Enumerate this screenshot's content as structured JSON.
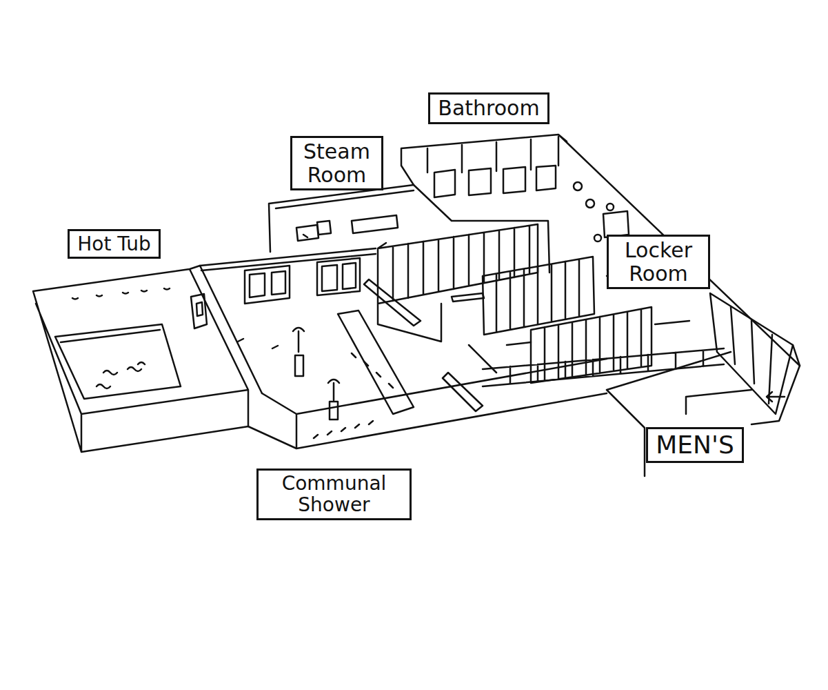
{
  "diagram": {
    "nodes": [
      {
        "text": [
          "Bathroom"
        ]
      },
      {
        "text": [
          "Steam Room"
        ]
      },
      {
        "text": [
          "Hot Tub"
        ]
      },
      {
        "text": [
          "Locker Room"
        ]
      },
      {
        "text": [
          "Communal Shower"
        ]
      },
      {
        "text": [
          "MEN'S"
        ]
      }
    ]
  }
}
